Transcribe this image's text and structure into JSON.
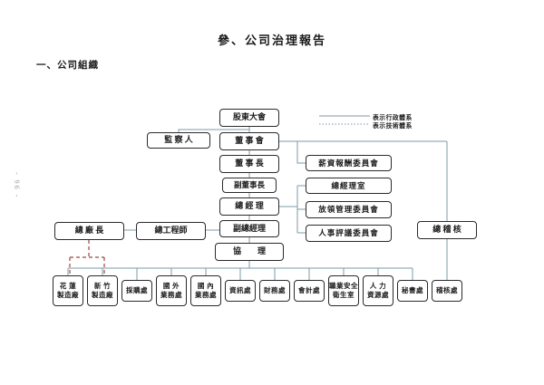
{
  "page": {
    "title": "參、公司治理報告",
    "section": "一、公司組織",
    "page_number": "- 96 -"
  },
  "legend": {
    "solid_label": "表示行政體系",
    "dotted_label": "表示技術體系"
  },
  "colors": {
    "line": "#7d98a9",
    "dashed": "#9b4a42",
    "box_border": "#2a2a2a",
    "page_number": "#9a9a9a"
  },
  "chart": {
    "nodes": {
      "shareholders": "股東大會",
      "supervisors": "監 察 人",
      "board": "董 事 會",
      "chairman": "董 事 長",
      "vice_chairman": "副董事長",
      "president": "總 經 理",
      "evp": "副總經理",
      "associate": "協　　理",
      "compensation_committee": "薪資報酬委員會",
      "president_office": "總經理室",
      "release_mgmt_committee": "放領管理委員會",
      "personnel_review_committee": "人事評議委員會",
      "chief_plant_director": "總 廠 長",
      "chief_engineer": "總工程師",
      "chief_auditor": "總 稽 核"
    },
    "units": [
      {
        "name": "hualien-plant",
        "lines": [
          "花 蓮",
          "製造廠"
        ]
      },
      {
        "name": "hsinchu-plant",
        "lines": [
          "新 竹",
          "製造廠"
        ]
      },
      {
        "name": "procurement-dept",
        "lines": [
          "採購處"
        ]
      },
      {
        "name": "intl-business-dept",
        "lines": [
          "國 外",
          "業務處"
        ]
      },
      {
        "name": "domestic-business-dept",
        "lines": [
          "國 內",
          "業務處"
        ]
      },
      {
        "name": "information-dept",
        "lines": [
          "資訊處"
        ]
      },
      {
        "name": "finance-dept",
        "lines": [
          "財務處"
        ]
      },
      {
        "name": "accounting-dept",
        "lines": [
          "會計處"
        ]
      },
      {
        "name": "occupational-safety-office",
        "lines": [
          "職業安全",
          "衛生室"
        ]
      },
      {
        "name": "human-resources-dept",
        "lines": [
          "人 力",
          "資源處"
        ]
      },
      {
        "name": "secretariat-dept",
        "lines": [
          "秘書處"
        ]
      },
      {
        "name": "audit-dept",
        "lines": [
          "稽核處"
        ]
      }
    ]
  }
}
